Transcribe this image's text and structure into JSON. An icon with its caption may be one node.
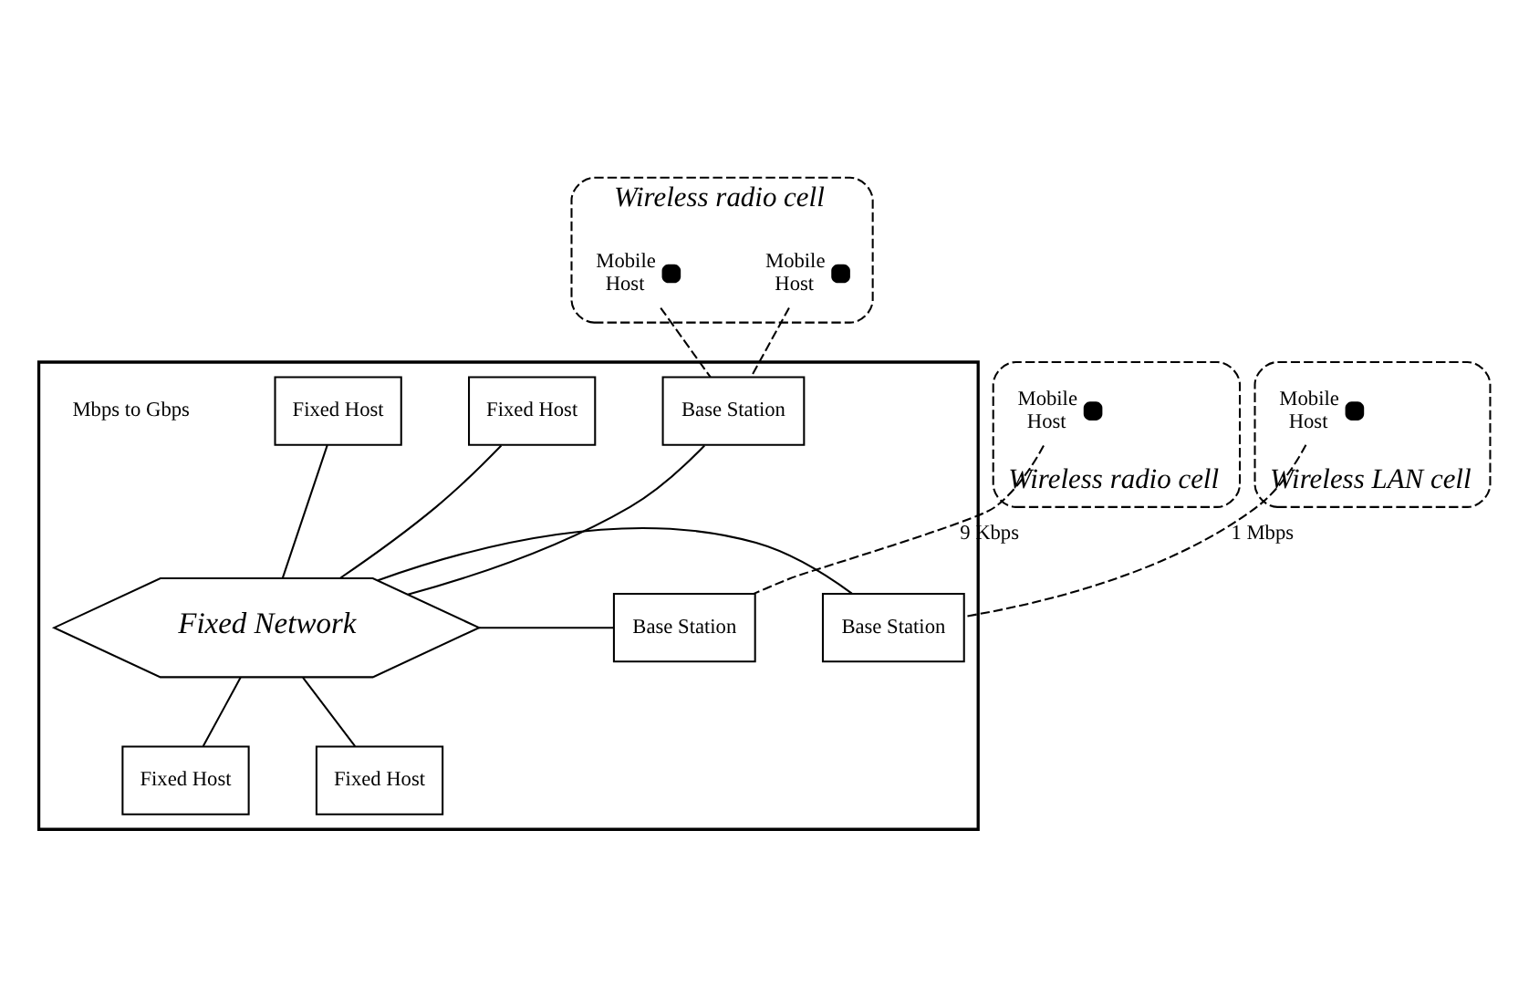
{
  "diagram": {
    "nodes": [
      {
        "text": [
          "Wireless radio cell"
        ]
      },
      {
        "text": [
          "Mobile Host"
        ],
        "in": 0
      },
      {
        "text": [
          "Mobile Host"
        ],
        "in": 0
      },
      {
        "text": [],
        "shape": "octagon"
      },
      {
        "text": [
          "Base Station"
        ],
        "in": 3
      },
      {
        "text": [
          "Fixed Host"
        ],
        "in": 3
      },
      {
        "text": [
          "Fixed Host"
        ],
        "in": 3
      },
      {
        "text": [
          "Fixed Network"
        ],
        "in": 3
      },
      {
        "text": [
          "Base Station"
        ],
        "in": 3
      },
      {
        "text": [
          "Base Station"
        ],
        "in": 3
      },
      {
        "text": [
          "Fixed Host"
        ],
        "in": 3
      },
      {
        "text": [
          "Fixed Host"
        ],
        "in": 3
      },
      {
        "text": [
          "Wireless radio cell"
        ]
      },
      {
        "text": [
          "Mobile Host"
        ],
        "in": 12
      },
      {
        "text": [
          "Wireless LAN cell"
        ]
      },
      {
        "text": [
          "Mobile Host"
        ],
        "in": 14
      }
    ],
    "edges": [
      {
        "from": 1,
        "to": 4,
        "arrow": "none",
        "style": "dashed"
      },
      {
        "from": 2,
        "to": 4,
        "arrow": "none",
        "style": "dashed"
      },
      {
        "from": 4,
        "to": 7,
        "arrow": "none"
      },
      {
        "from": 5,
        "to": 7,
        "arrow": "none"
      },
      {
        "from": 6,
        "to": 7,
        "arrow": "none"
      },
      {
        "from": 8,
        "to": 7,
        "arrow": "none"
      },
      {
        "from": 9,
        "to": 7,
        "arrow": "none"
      },
      {
        "from": 10,
        "to": 7,
        "arrow": "none"
      },
      {
        "from": 11,
        "to": 7,
        "arrow": "none"
      },
      {
        "from": 9,
        "to": 13,
        "arrow": "none",
        "style": "dashed",
        "label": "9 Kbps"
      },
      {
        "from": 8,
        "to": 15,
        "arrow": "none",
        "style": "dashed",
        "label": "1 Mbps"
      }
    ],
    "labels": [
      "Mbps to Gbps"
    ]
  }
}
